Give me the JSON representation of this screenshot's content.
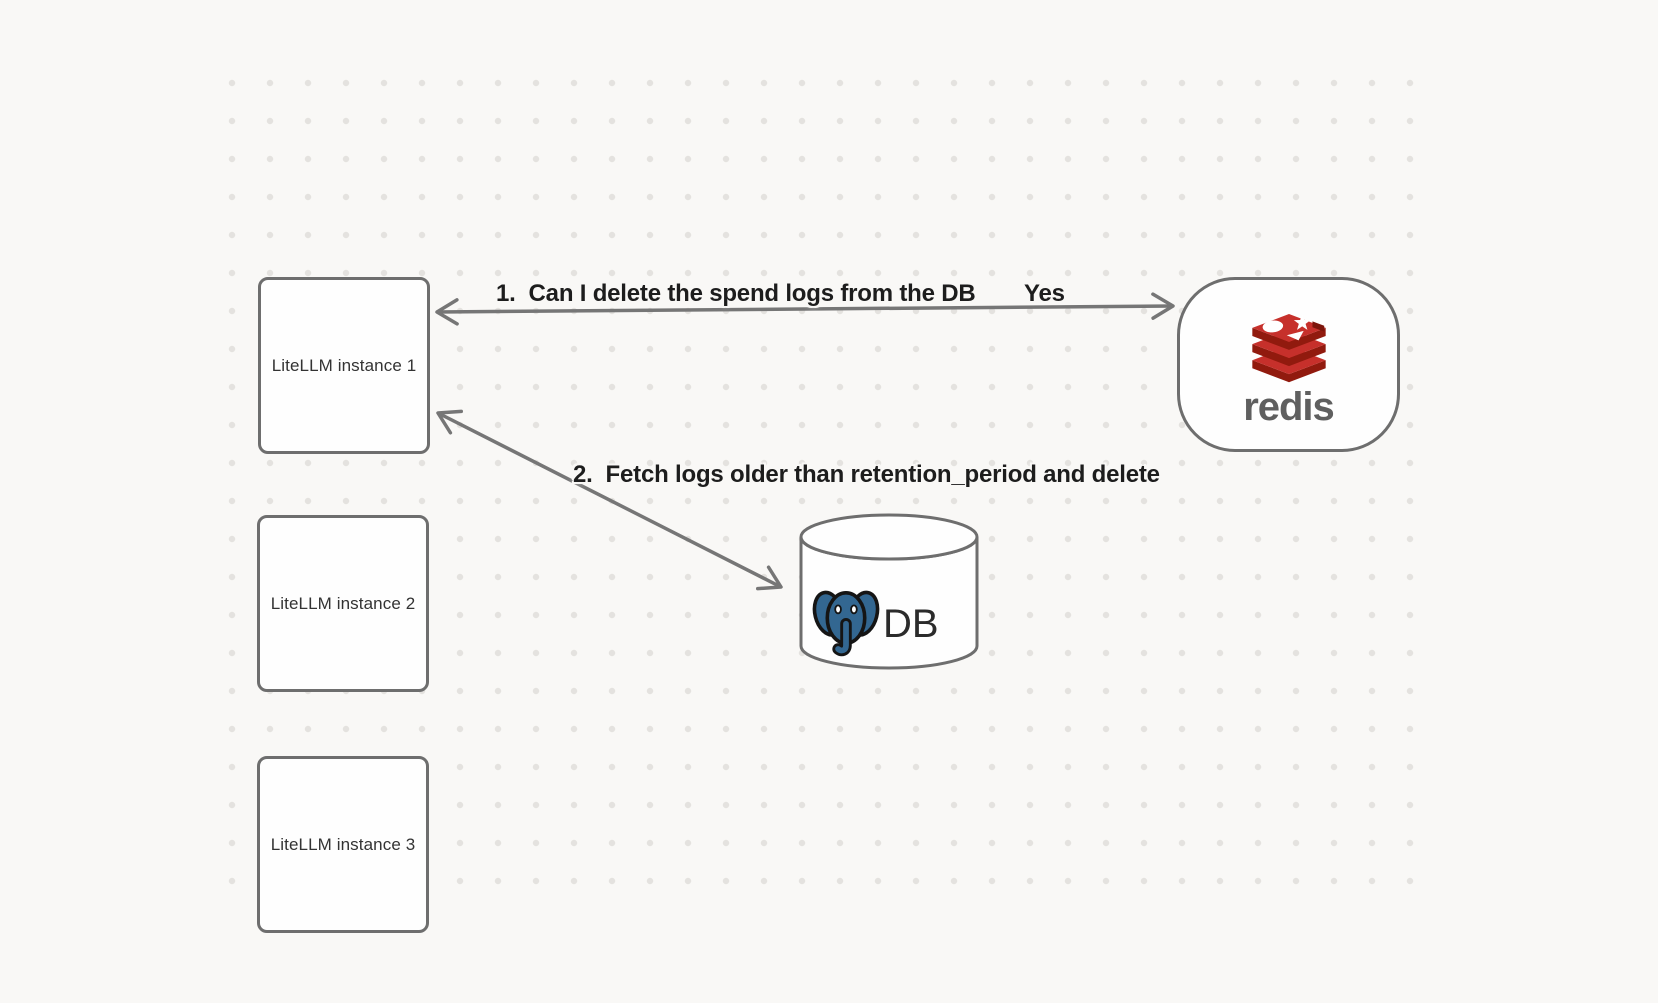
{
  "colors": {
    "background": "#f9f8f6",
    "grid_dot": "#e4e2df",
    "stroke": "#6e6e6e",
    "arrow": "#767676",
    "label_text": "#1d1d1d",
    "box_text": "#333333",
    "redis_red": "#c6302b",
    "redis_red_dark": "#911a0e",
    "redis_notch": "#7c150b",
    "redis_wordmark": "#5f5f5f",
    "postgres_blue": "#336791",
    "db_text": "#2b2b2b"
  },
  "nodes": {
    "instance1": {
      "label": "LiteLLM instance 1"
    },
    "instance2": {
      "label": "LiteLLM instance 2"
    },
    "instance3": {
      "label": "LiteLLM instance 3"
    },
    "redis": {
      "wordmark": "redis"
    },
    "database": {
      "label": "DB"
    }
  },
  "arrows": {
    "step1": {
      "label": "1.  Can I delete the spend logs from the DB",
      "reply": "Yes"
    },
    "step2": {
      "label": "2.  Fetch logs older than retention_period and delete"
    }
  },
  "icons": {
    "redis_logo": "redis-stack-logo",
    "postgres_logo": "postgresql-elephant-logo"
  }
}
